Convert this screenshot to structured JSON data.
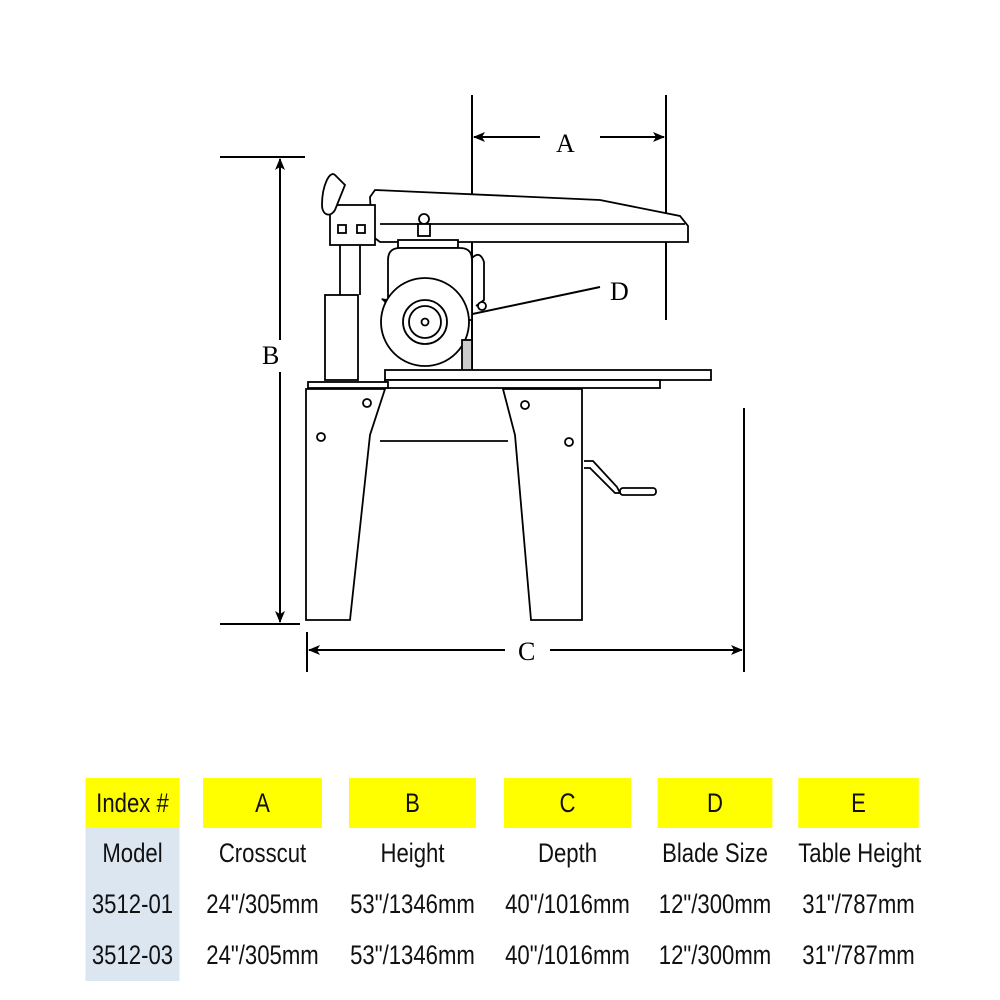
{
  "diagram": {
    "subject": "radial-arm-saw-side-view",
    "dimension_labels": {
      "A": "A",
      "B": "B",
      "C": "C",
      "D": "D"
    }
  },
  "table": {
    "index_row": [
      "Index #",
      "A",
      "B",
      "C",
      "D",
      "E"
    ],
    "header_row": [
      "Model",
      "Crosscut",
      "Height",
      "Depth",
      "Blade Size",
      "Table Height"
    ],
    "rows": [
      [
        "3512-01",
        "24\"/305mm",
        "53\"/1346mm",
        "40\"/1016mm",
        "12\"/300mm",
        "31\"/787mm"
      ],
      [
        "3512-03",
        "24\"/305mm",
        "53\"/1346mm",
        "40\"/1016mm",
        "12\"/300mm",
        "31\"/787mm"
      ]
    ]
  },
  "colors": {
    "index_row_bg": "#ffff00",
    "model_column_bg": "#dce6f1"
  }
}
